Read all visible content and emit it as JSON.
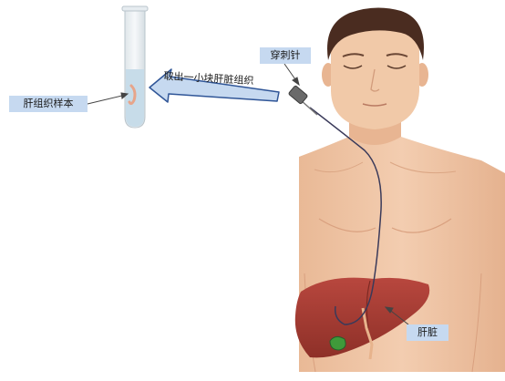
{
  "labels": {
    "sample": "肝组织样本",
    "needle": "穿刺针",
    "extract": "取出一小块肝脏组织",
    "liver": "肝脏"
  },
  "colors": {
    "label_bg": "#c6d9f0",
    "arrow_fill": "#c6d9f0",
    "arrow_stroke": "#2f5597",
    "skin": "#f1c9a8",
    "hair": "#4a2c20",
    "liver": "#a63d35",
    "gallbladder": "#3f9a3a",
    "tube_glass": "#e9eef2",
    "tube_liquid": "#c7dce9",
    "tissue": "#e7a58a",
    "needle_wire": "#3a3a5a"
  }
}
